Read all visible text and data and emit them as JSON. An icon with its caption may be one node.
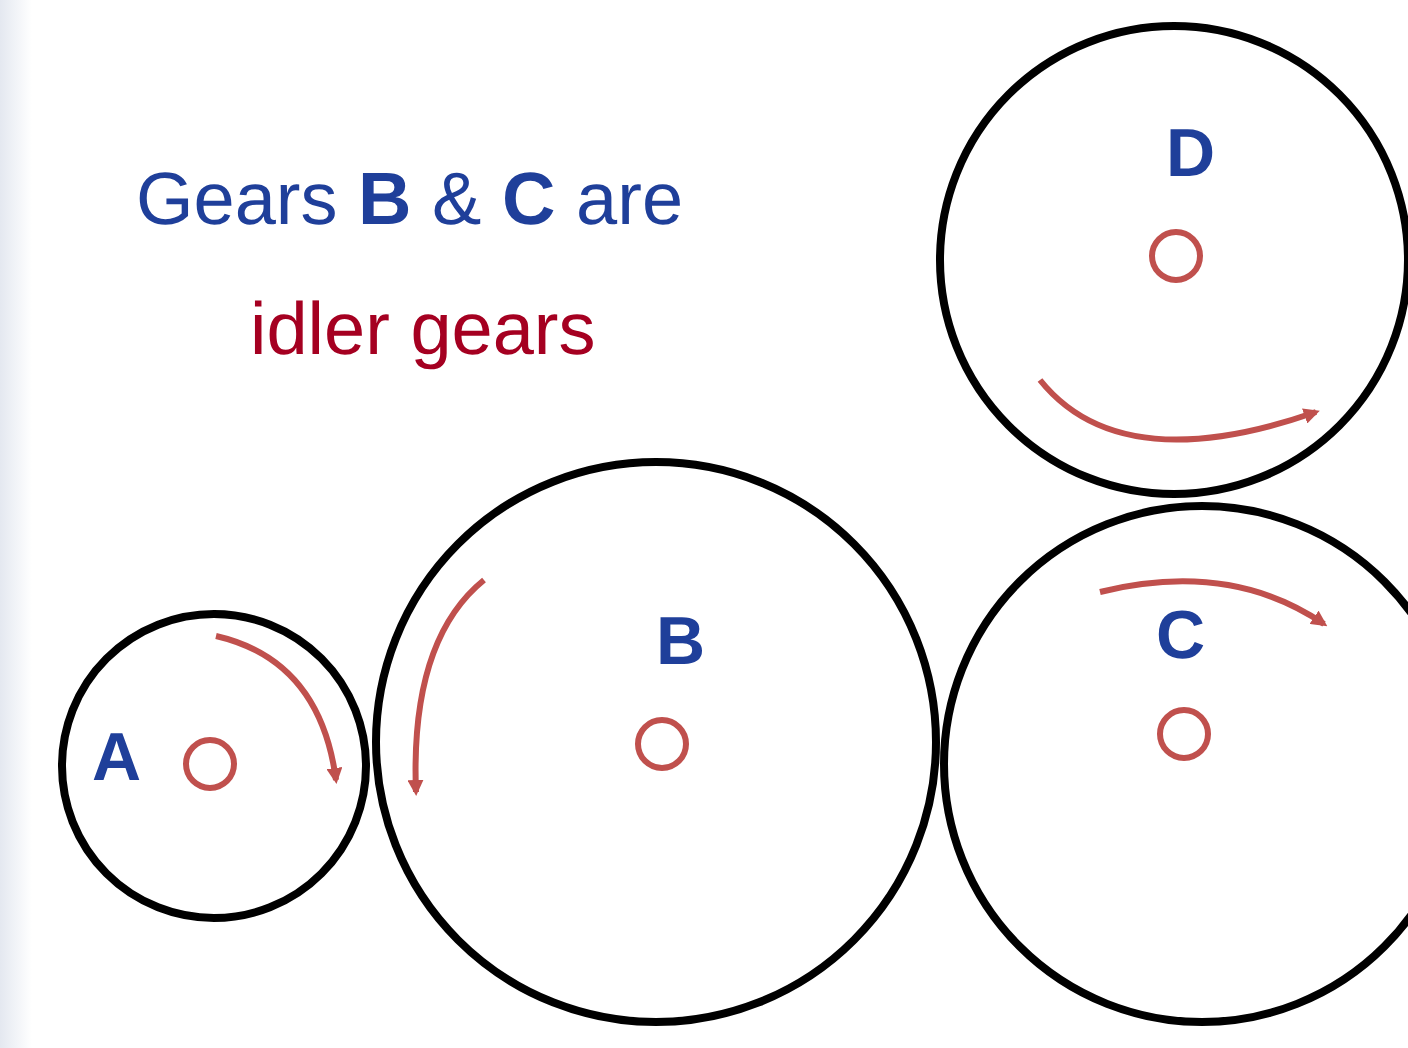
{
  "diagram": {
    "nodes": [
      {
        "text": [
          "A"
        ]
      },
      {
        "text": [
          "B"
        ]
      },
      {
        "text": [
          "C"
        ]
      },
      {
        "text": [
          "D"
        ]
      }
    ],
    "labels": [
      "Gears **B** & **C** are",
      "idler gears"
    ]
  }
}
